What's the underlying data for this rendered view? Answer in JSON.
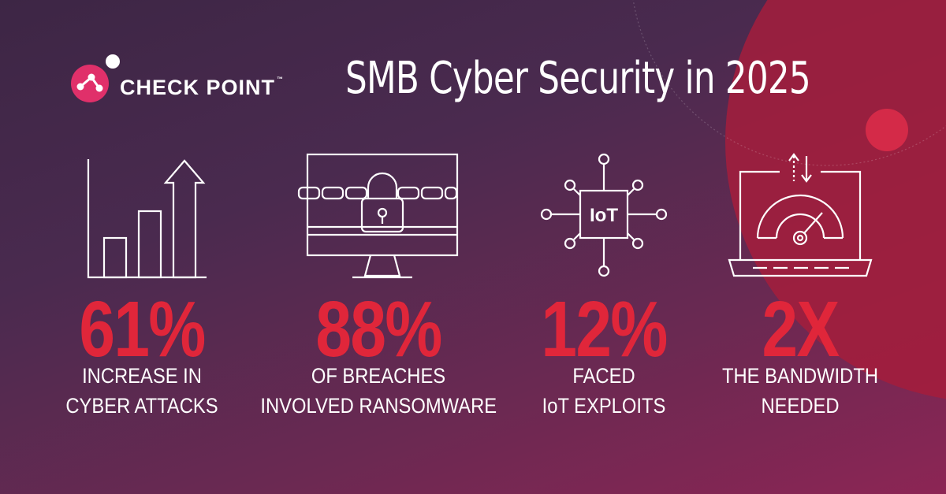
{
  "brand": {
    "name": "CHECK POINT",
    "trademark": "™",
    "colors": {
      "accent": "#e0263a",
      "background_dark": "#3d2645",
      "background_light": "#8c2554",
      "logo_pink": "#e0306a"
    }
  },
  "title": "SMB Cyber Security in 2025",
  "stats": [
    {
      "icon": "rising-bar-chart-icon",
      "value": "61%",
      "label_lines": [
        "INCREASE IN",
        "CYBER ATTACKS"
      ]
    },
    {
      "icon": "locked-monitor-icon",
      "value": "88%",
      "label_lines": [
        "OF BREACHES",
        "INVOLVED RANSOMWARE"
      ]
    },
    {
      "icon": "iot-chip-icon",
      "value": "12%",
      "label_lines": [
        "FACED",
        "IoT EXPLOITS"
      ]
    },
    {
      "icon": "laptop-speedometer-icon",
      "value": "2X",
      "label_lines": [
        "THE BANDWIDTH",
        "NEEDED"
      ]
    }
  ],
  "chip_label": "IoT"
}
